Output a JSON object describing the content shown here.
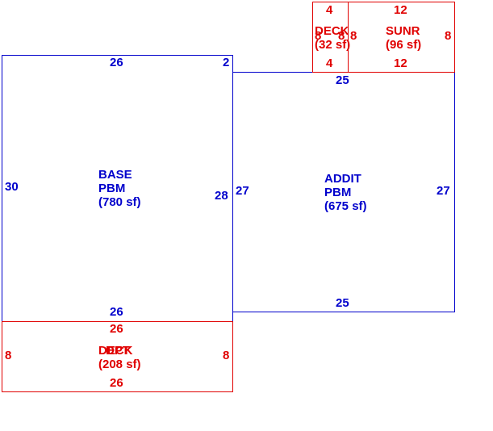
{
  "colors": {
    "living": "#0000cc",
    "exterior": "#e00000",
    "background": "#ffffff"
  },
  "areas": {
    "base": {
      "code": "BASE",
      "type": "PBM",
      "area": "(780 sf)",
      "dims": {
        "top": "26",
        "top_right": "2",
        "left": "30",
        "right": "28",
        "bottom": "26"
      }
    },
    "addit": {
      "code": "ADDIT",
      "type": "PBM",
      "area": "(675 sf)",
      "dims": {
        "top": "25",
        "left": "27",
        "right": "27",
        "bottom": "25"
      }
    },
    "deck_top": {
      "code": "DECK",
      "area": "(32 sf)",
      "dims": {
        "top": "4",
        "left": "8",
        "right": "8",
        "bottom": "4"
      }
    },
    "sunr": {
      "code": "SUNR",
      "area": "(96 sf)",
      "dims": {
        "top": "12",
        "left": "8",
        "right": "8",
        "bottom": "12"
      }
    },
    "deck_bottom": {
      "code_a": "DECK",
      "code_b": "DPT",
      "area": "(208 sf)",
      "dims": {
        "top": "26",
        "left": "8",
        "right": "8",
        "bottom": "26"
      }
    }
  }
}
